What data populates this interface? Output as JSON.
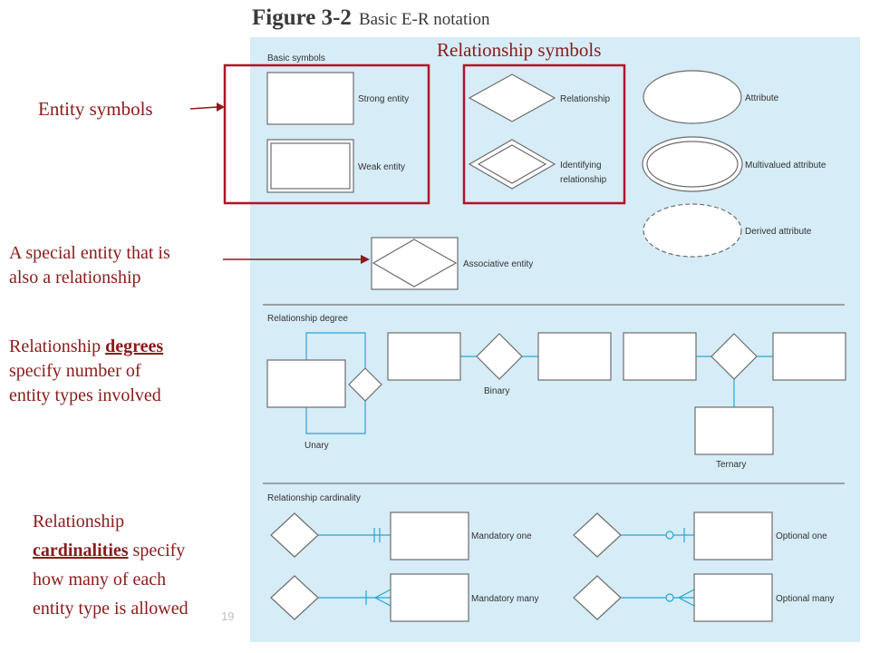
{
  "figure": {
    "number": "Figure 3-2",
    "title": "Basic E-R notation"
  },
  "annotations": {
    "entity_symbols": "Entity symbols",
    "relationship_symbols": "Relationship symbols",
    "associative_line1": "A special entity that is",
    "associative_line2": "also a relationship",
    "degrees_pre": "Relationship ",
    "degrees_key": "degrees",
    "degrees_line2": "specify number of",
    "degrees_line3": "entity types involved",
    "card_line1": "Relationship",
    "card_key": "cardinalities",
    "card_post": " specify",
    "card_line3": "how many of each",
    "card_line4": "entity type is allowed"
  },
  "sections": {
    "basic": "Basic symbols",
    "degree": "Relationship degree",
    "cardinality": "Relationship cardinality"
  },
  "symbols": {
    "strong_entity": "Strong entity",
    "weak_entity": "Weak entity",
    "relationship": "Relationship",
    "identifying_1": "Identifying",
    "identifying_2": "relationship",
    "attribute": "Attribute",
    "multivalued": "Multivalued attribute",
    "derived": "Derived attribute",
    "associative": "Associative entity"
  },
  "degrees": {
    "unary": "Unary",
    "binary": "Binary",
    "ternary": "Ternary"
  },
  "cardinalities": {
    "mandatory_one": "Mandatory one",
    "mandatory_many": "Mandatory many",
    "optional_one": "Optional one",
    "optional_many": "Optional many"
  },
  "page_number": "19",
  "colors": {
    "annotation": "#8b1a1a",
    "highlight_box": "#b0132a",
    "panel": "#d6ecf7",
    "connector": "#27a6d6",
    "shape_stroke": "#6d6d6d"
  }
}
